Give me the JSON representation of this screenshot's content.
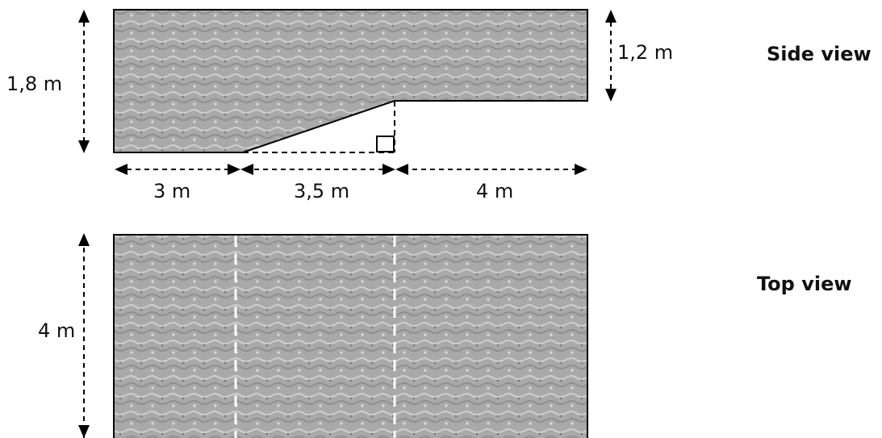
{
  "diagram": {
    "side_view": {
      "title": "Side view",
      "depth_deep": "1,8 m",
      "depth_shallow": "1,2 m",
      "len_deep": "3 m",
      "len_slope": "3,5 m",
      "len_shallow": "4 m"
    },
    "top_view": {
      "title": "Top view",
      "width": "4 m"
    },
    "colors": {
      "water": "#a8a8a8",
      "outline": "#000000",
      "section_line": "#ffffff"
    }
  }
}
